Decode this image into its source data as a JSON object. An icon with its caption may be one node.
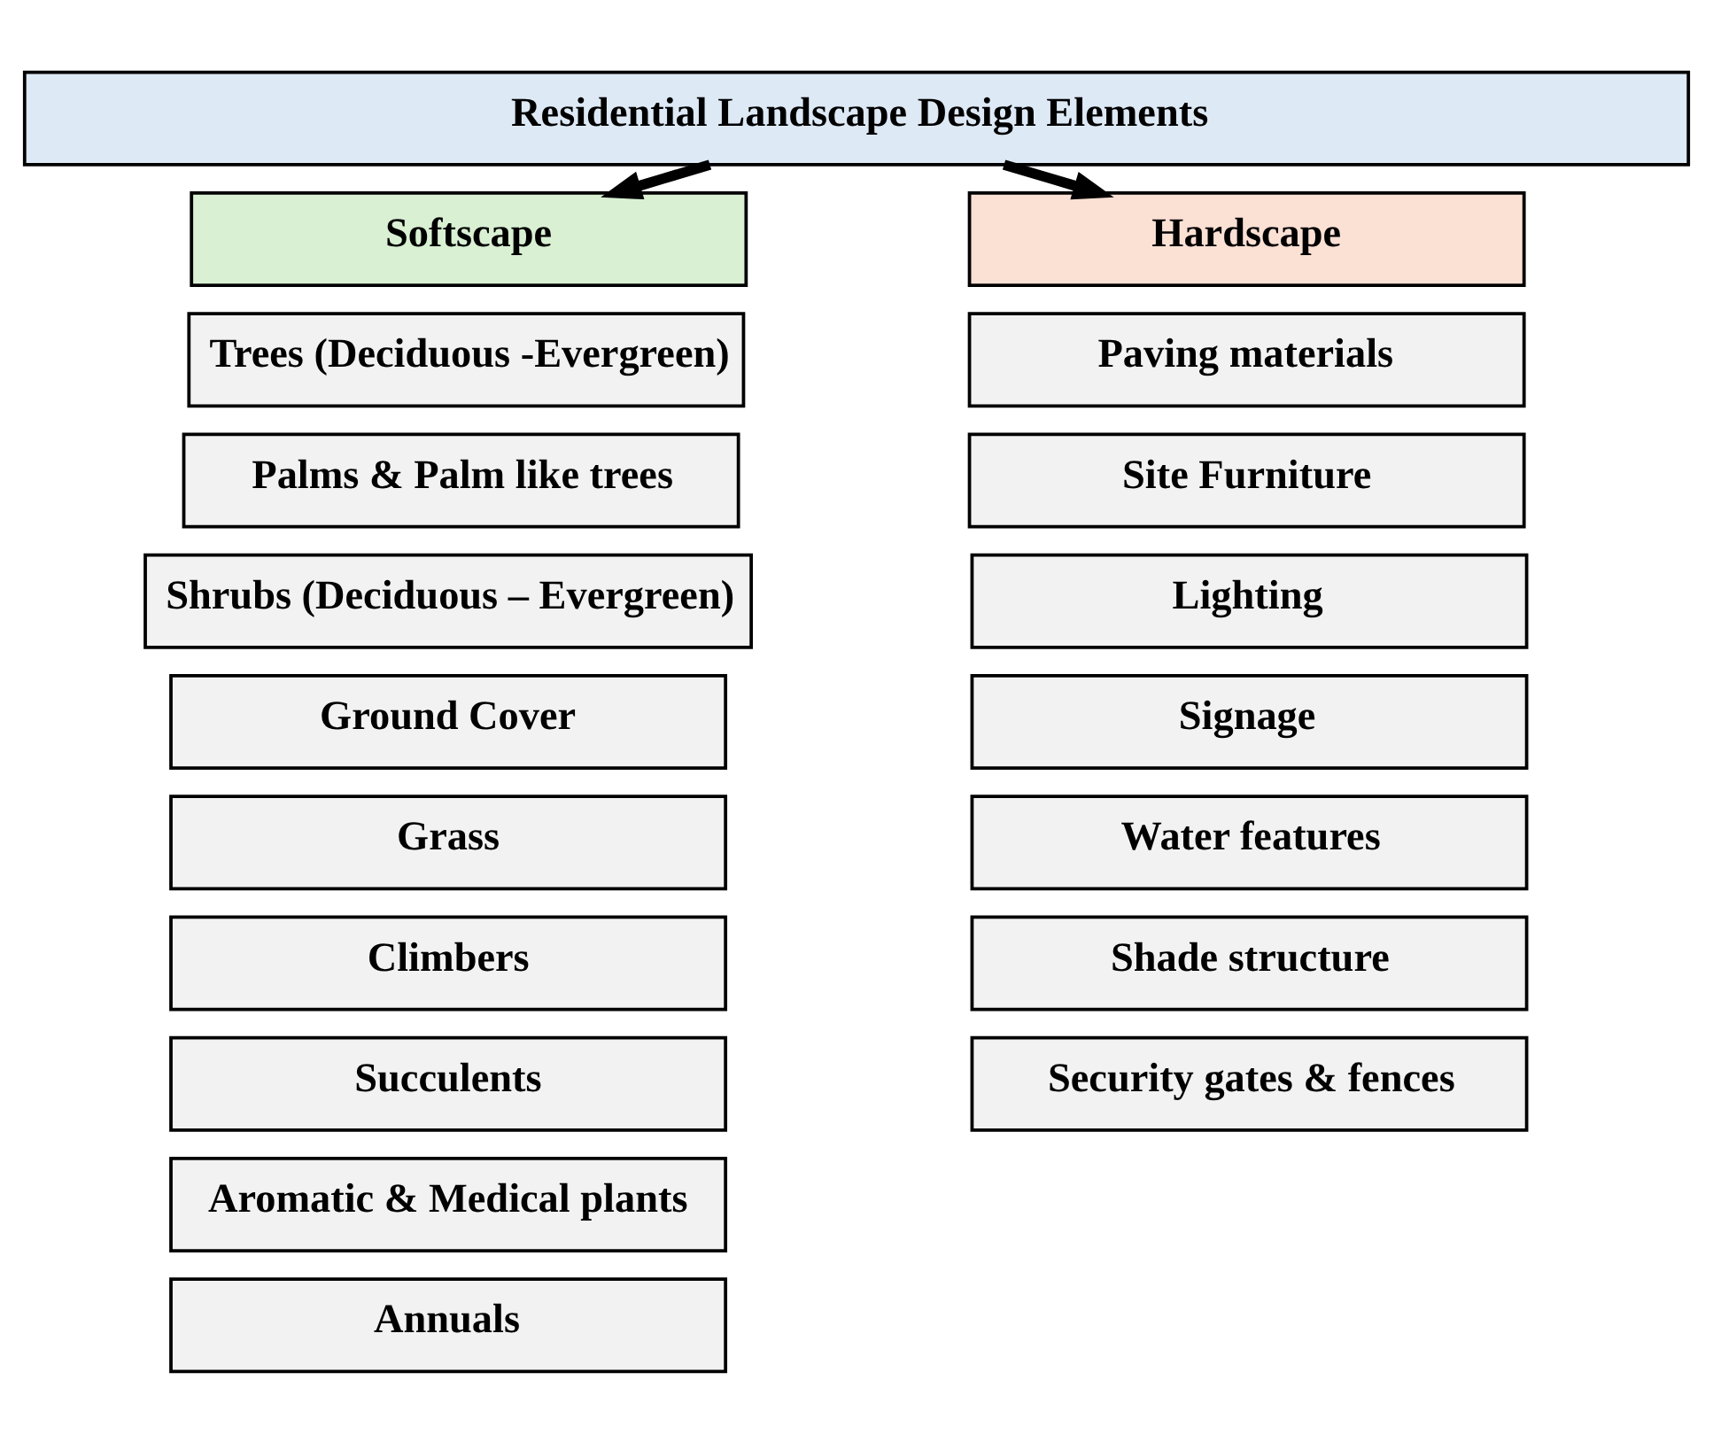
{
  "diagram": {
    "nodes": [
      {
        "text": [
          "Residential Landscape Design Elements"
        ]
      },
      {
        "text": [
          "Softscape"
        ]
      },
      {
        "text": [
          "Hardscape"
        ]
      },
      {
        "text": [
          "Trees (Deciduous -Evergreen)"
        ]
      },
      {
        "text": [
          "Palms & Palm like trees"
        ]
      },
      {
        "text": [
          "Shrubs (Deciduous – Evergreen)"
        ]
      },
      {
        "text": [
          "Ground Cover"
        ]
      },
      {
        "text": [
          "Grass"
        ]
      },
      {
        "text": [
          "Climbers"
        ]
      },
      {
        "text": [
          "Succulents"
        ]
      },
      {
        "text": [
          "Aromatic & Medical plants"
        ]
      },
      {
        "text": [
          "Annuals"
        ]
      },
      {
        "text": [
          "Paving materials"
        ]
      },
      {
        "text": [
          "Site Furniture"
        ]
      },
      {
        "text": [
          "Lighting"
        ]
      },
      {
        "text": [
          "Signage"
        ]
      },
      {
        "text": [
          "Water features"
        ]
      },
      {
        "text": [
          "Shade structure"
        ]
      },
      {
        "text": [
          "Security gates & fences"
        ]
      }
    ],
    "edges": [
      {
        "from": 0,
        "to": 1,
        "arrow": "to"
      },
      {
        "from": 0,
        "to": 2,
        "arrow": "to"
      }
    ]
  }
}
